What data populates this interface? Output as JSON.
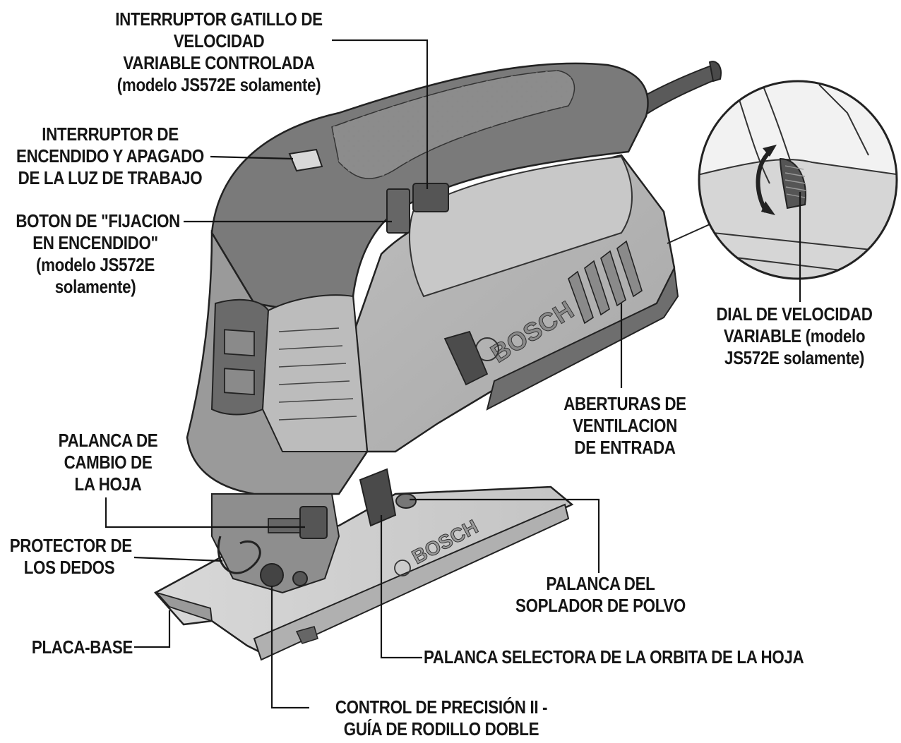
{
  "labels": {
    "trigger": [
      "INTERRUPTOR GATILLO DE",
      "VELOCIDAD",
      "VARIABLE CONTROLADA",
      "(modelo JS572E solamente)"
    ],
    "light_switch": [
      "INTERRUPTOR DE",
      "ENCENDIDO Y APAGADO",
      "DE LA LUZ DE TRABAJO"
    ],
    "lock_on": [
      "BOTON DE \"FIJACION",
      "EN ENCENDIDO\"",
      "(modelo JS572E",
      "solamente)"
    ],
    "speed_dial": [
      "DIAL DE VELOCIDAD",
      "VARIABLE (modelo",
      "JS572E solamente)"
    ],
    "vents": [
      "ABERTURAS DE",
      "VENTILACION",
      "DE ENTRADA"
    ],
    "blade_lever": [
      "PALANCA DE",
      "CAMBIO DE",
      "LA HOJA"
    ],
    "finger_guard": [
      "PROTECTOR DE",
      "LOS DEDOS"
    ],
    "dust_blower": [
      "PALANCA DEL",
      "SOPLADOR DE POLVO"
    ],
    "footplate": [
      "PLACA-BASE"
    ],
    "orbit_lever": [
      "PALANCA SELECTORA DE LA ORBITA DE LA HOJA"
    ],
    "roller_guide": [
      "CONTROL DE PRECISIÓN II -",
      "GUÍA DE RODILLO DOBLE"
    ]
  },
  "brand": "BOSCH",
  "colors": {
    "ink": "#151515",
    "body_dark": "#6a6a6a",
    "body_mid": "#9c9c9c",
    "body_light": "#d4d4d4",
    "outline": "#222222"
  }
}
